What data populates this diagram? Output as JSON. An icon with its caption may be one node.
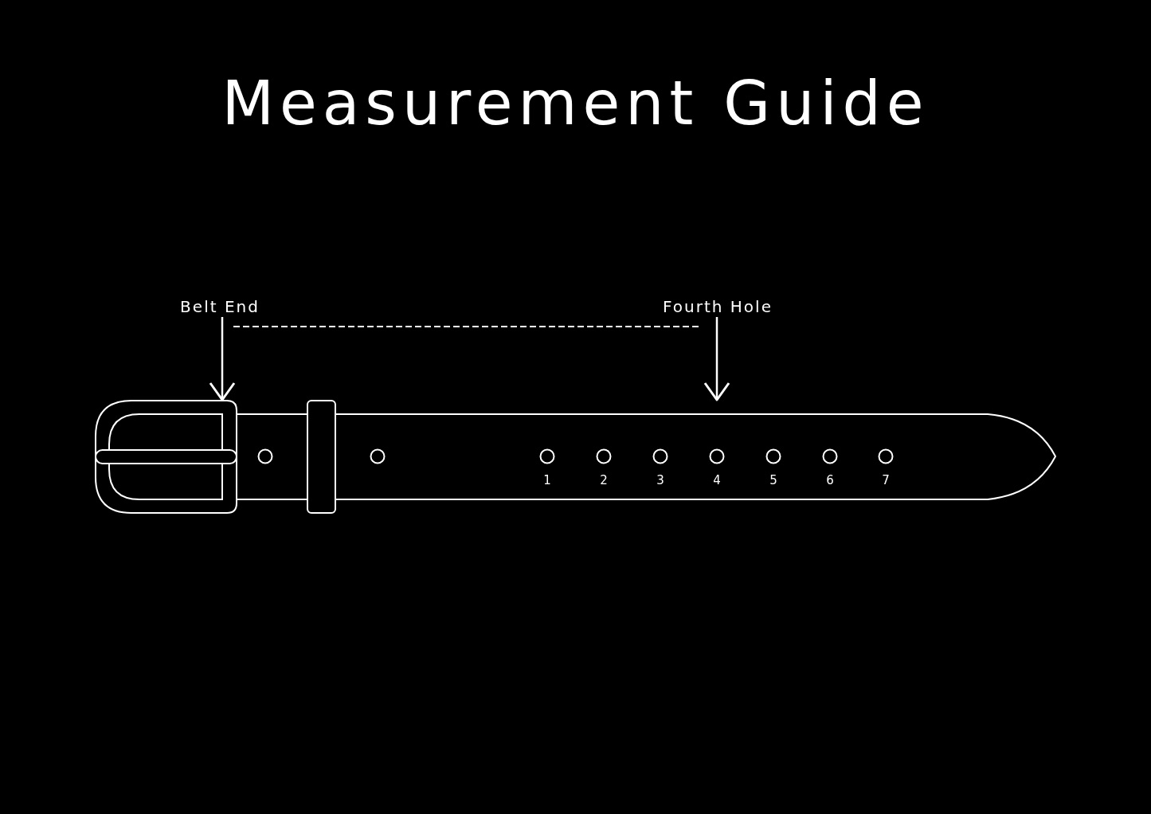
{
  "diagram": {
    "title": "Measurement Guide",
    "nodes": [
      {
        "text": [
          "Belt End"
        ]
      },
      {
        "text": [
          "Fourth Hole"
        ]
      },
      {
        "text": [],
        "shape": "picture"
      }
    ],
    "edges": [
      {
        "from": 0,
        "to": 2,
        "arrow": "to"
      },
      {
        "from": 1,
        "to": 2,
        "arrow": "to"
      }
    ],
    "labels": [
      "1",
      "2",
      "3",
      "4",
      "5",
      "6",
      "7"
    ]
  }
}
